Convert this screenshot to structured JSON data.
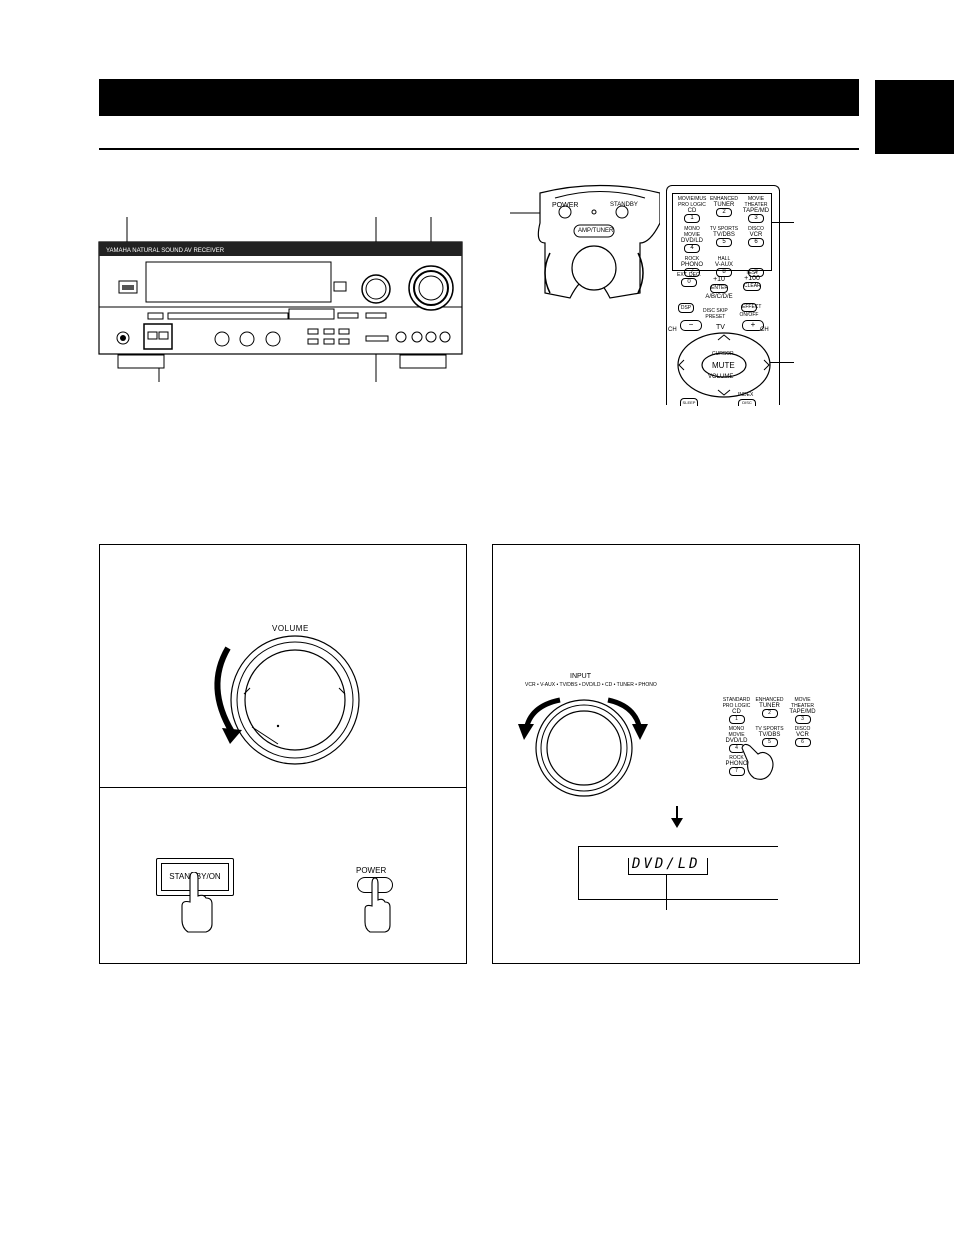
{
  "remote_top": {
    "power_label": "POWER",
    "standby_label": "STANDBY",
    "amp_tuner_label": "AMP/TUNER"
  },
  "remote_keypad": {
    "keys": [
      {
        "group": "MOVIE/MUS PRO LOGIC",
        "name": "CD",
        "num": "1"
      },
      {
        "group": "ENHANCED",
        "name": "TUNER",
        "num": "2"
      },
      {
        "group": "MOVIE THEATER",
        "name": "TAPE/MD",
        "num": "3"
      },
      {
        "group": "MONO MOVIE",
        "name": "DVD/LD",
        "num": "4"
      },
      {
        "group": "TV SPORTS",
        "name": "TV/DBS",
        "num": "5"
      },
      {
        "group": "DISCO",
        "name": "VCR",
        "num": "6"
      },
      {
        "group": "ROCK",
        "name": "PHONO",
        "num": "7"
      },
      {
        "group": "HALL",
        "name": "V-AUX",
        "num": "8"
      },
      {
        "group": "",
        "name": "",
        "num": "9"
      }
    ],
    "ext_dec_label": "EXT. DEC.",
    "zero_label": "0",
    "plus10_label": "+10",
    "enter_label": "ENTER",
    "test_label": "TEST",
    "plus100_label": "+100",
    "clear_label": "CLEAR",
    "abcde_label": "A/B/C/D/E",
    "dsp_label": "DSP",
    "disc_skip_label": "DISC SKIP",
    "preset_label": "PRESET",
    "effect_label": "EFFECT",
    "onoff_label": "ON/OFF",
    "ch_left_label": "CH",
    "ch_right_label": "CH",
    "tv_label": "TV",
    "tv_minus": "−",
    "tv_plus": "+",
    "cursor_label": "CURSOR",
    "mute_label": "MUTE",
    "volume_label": "VOLUME",
    "sleep_label": "SLEEP",
    "index_label": "INDEX",
    "disc_label": "DISC"
  },
  "volume_panel": {
    "dial_label": "VOLUME"
  },
  "power_panel": {
    "standby_button_label": "STANDBY/ON",
    "power_button_label": "POWER"
  },
  "input_panel": {
    "input_label": "INPUT",
    "input_sequence": "VCR • V-AUX • TV/DBS • DVD/LD • CD • TUNER • PHONO",
    "keypad": [
      {
        "group": "STANDARD PRO LOGIC",
        "name": "CD",
        "num": "1"
      },
      {
        "group": "ENHANCED",
        "name": "TUNER",
        "num": "2"
      },
      {
        "group": "MOVIE THEATER",
        "name": "TAPE/MD",
        "num": "3"
      },
      {
        "group": "MONO MOVIE",
        "name": "DVD/LD",
        "num": "4"
      },
      {
        "group": "TV SPORTS",
        "name": "TV/DBS",
        "num": "5"
      },
      {
        "group": "DISCO",
        "name": "VCR",
        "num": "6"
      },
      {
        "group": "ROCK",
        "name": "PHONO",
        "num": "7"
      }
    ],
    "display_text": "DVD/LD"
  },
  "colors": {
    "ink": "#000000",
    "paper": "#ffffff",
    "arrow": "#000000"
  }
}
